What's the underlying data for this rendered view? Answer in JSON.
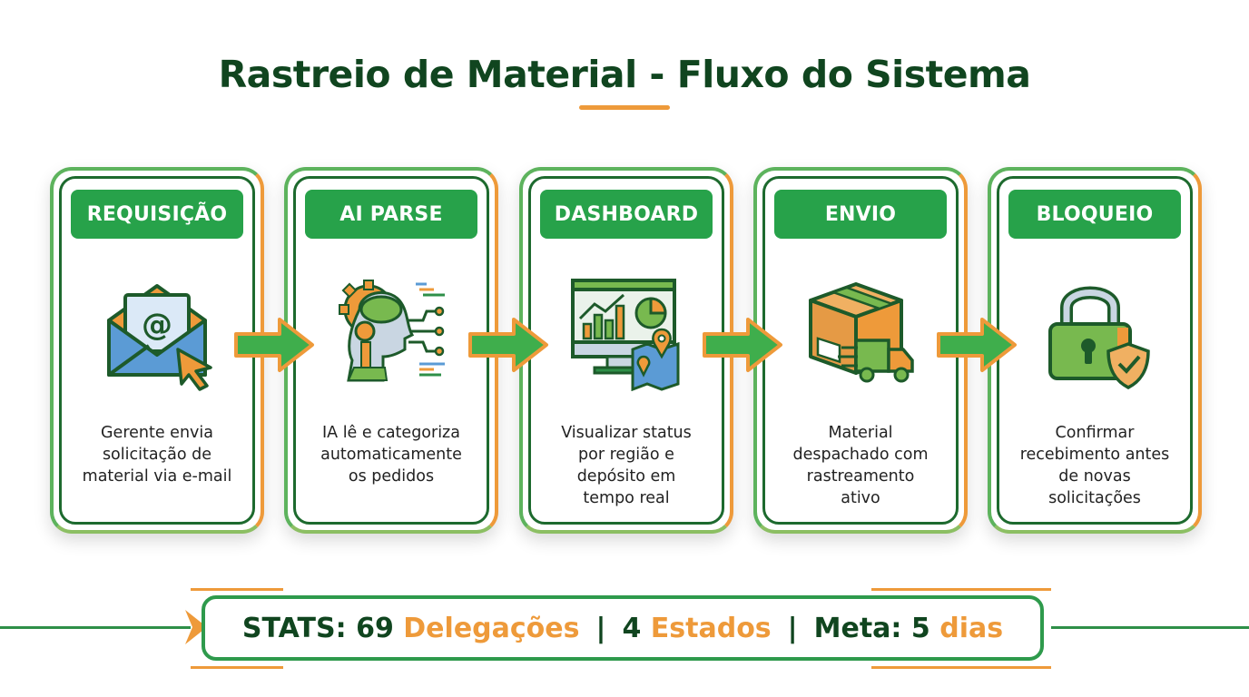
{
  "header": {
    "title": "Rastreio de Material - Fluxo do Sistema"
  },
  "colors": {
    "dark_green": "#10451f",
    "green": "#27a24a",
    "orange": "#ee9a3a",
    "blue": "#5b9bd5"
  },
  "steps": [
    {
      "label": "REQUISIÇÃO",
      "icon": "envelope-email-icon",
      "desc_lines": [
        "Gerente envia",
        "solicitação de",
        "material via e-mail"
      ]
    },
    {
      "label": "AI PARSE",
      "icon": "ai-brain-gear-icon",
      "desc_lines": [
        "IA lê e categoriza",
        "automaticamente",
        "os pedidos"
      ]
    },
    {
      "label": "DASHBOARD",
      "icon": "monitor-chart-map-icon",
      "desc_lines": [
        "Visualizar status",
        "por região e",
        "depósito em",
        "tempo real"
      ]
    },
    {
      "label": "ENVIO",
      "icon": "box-truck-icon",
      "desc_lines": [
        "Material",
        "despachado com",
        "rastreamento",
        "ativo"
      ]
    },
    {
      "label": "BLOQUEIO",
      "icon": "padlock-shield-icon",
      "desc_lines": [
        "Confirmar",
        "recebimento antes",
        "de novas",
        "solicitações"
      ]
    }
  ],
  "stats": {
    "prefix": "STATS:",
    "delegations_count": "69",
    "delegations_label": "Delegações",
    "separator": "|",
    "states_count": "4",
    "states_label": "Estados",
    "goal_prefix": "Meta:",
    "goal_value": "5",
    "goal_unit": "dias"
  }
}
